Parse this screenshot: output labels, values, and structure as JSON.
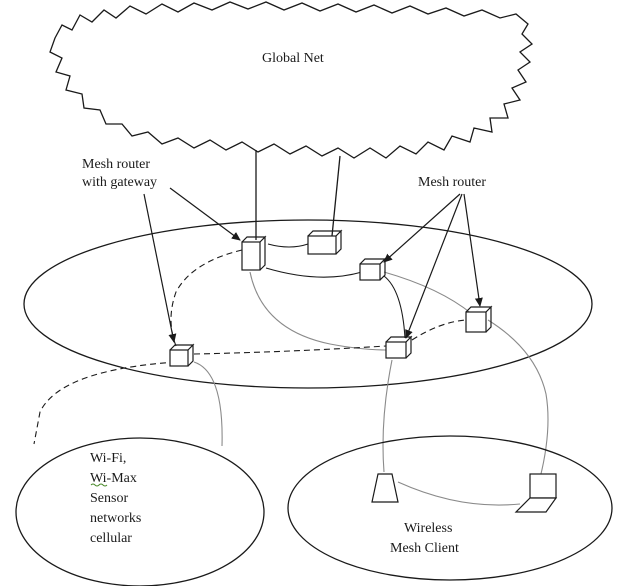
{
  "diagram": {
    "cloud_label": "Global Net",
    "gateway_label_line1": "Mesh router",
    "gateway_label_line2": "with gateway",
    "router_label": "Mesh router",
    "left_network_lines": [
      "Wi-Fi,",
      "Wi-Max",
      "Sensor",
      "networks",
      "cellular"
    ],
    "client_label_line1": "Wireless",
    "client_label_line2": "Mesh Client"
  }
}
